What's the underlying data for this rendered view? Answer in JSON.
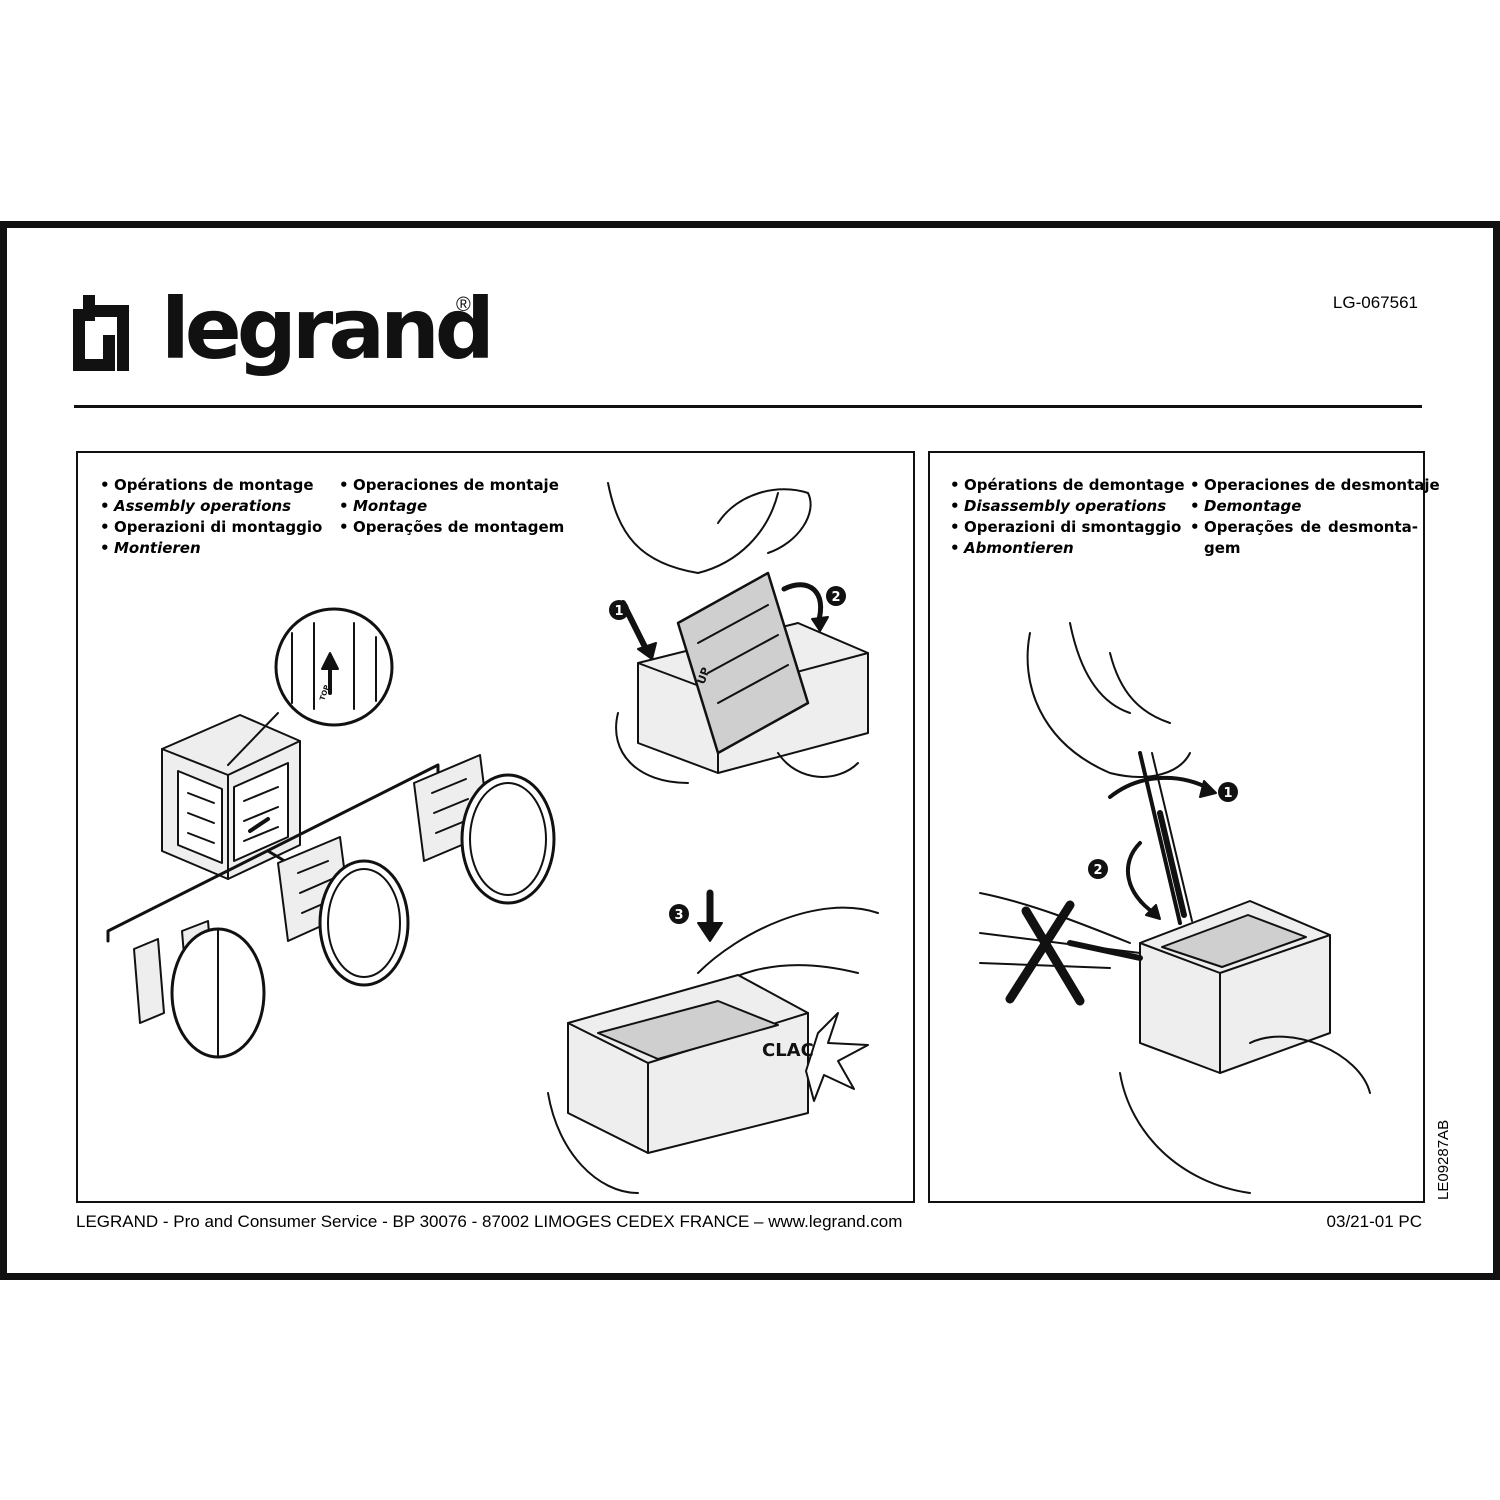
{
  "brand": {
    "name": "legrand",
    "registered": "®"
  },
  "reference": "LG-067561",
  "assembly": {
    "col1": [
      "Opérations de montage",
      "Assembly operations",
      "Operazioni di montaggio",
      "Montieren"
    ],
    "col2": [
      "Operaciones de montaje",
      "Montage",
      "Operações de montagem"
    ],
    "steps": [
      "1",
      "2",
      "3"
    ],
    "sound": "CLAC",
    "labels": {
      "up": "UP",
      "top": "TOP"
    }
  },
  "disassembly": {
    "col1": [
      "Opérations de demontage",
      "Disassembly operations",
      "Operazioni di smontaggio",
      "Abmontieren"
    ],
    "col2": [
      "Operaciones de desmontaje",
      "Demontage",
      "Operações de desmonta-gem"
    ],
    "steps": [
      "1",
      "2"
    ]
  },
  "doc_code": "LE09287AB",
  "footer": {
    "address": "LEGRAND - Pro and Consumer Service - BP 30076 - 87002 LIMOGES CEDEX FRANCE – www.legrand.com",
    "date": "03/21-01 PC"
  }
}
